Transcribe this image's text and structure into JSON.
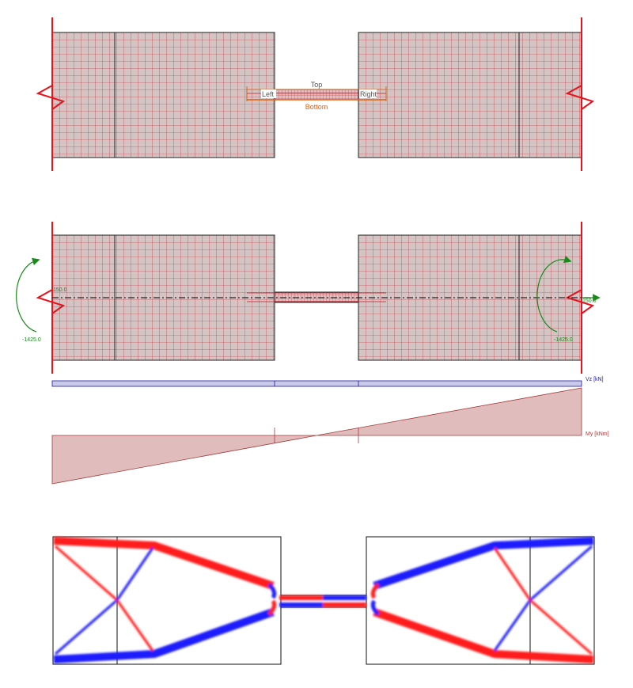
{
  "colors": {
    "mesh_fill": "#d4c4c4",
    "mesh_fill_dark": "#cbbcbc",
    "mesh_line": "#c0202a",
    "support": "#e8121c",
    "label_orange": "#e06010",
    "label_gray": "#555555",
    "moment_green": "#1a8a1a",
    "vz_blue": "#1a1aa0",
    "vz_fill": "#c9c9ec",
    "my_fill": "#e0bcbc",
    "my_line": "#a33a3a",
    "tension": "#ff1a1a",
    "compression": "#1a1aff"
  },
  "panel_top": {
    "labels": {
      "top": "Top",
      "bottom": "Bottom",
      "left": "Left",
      "right": "Right"
    }
  },
  "panel_loads": {
    "left_force": "150.0",
    "left_moment": "-1425.0",
    "right_force": "150.0",
    "right_moment": "-1425.0"
  },
  "diagrams": {
    "vz_label": "Vz [kN]",
    "my_label": "My [kNm]"
  }
}
